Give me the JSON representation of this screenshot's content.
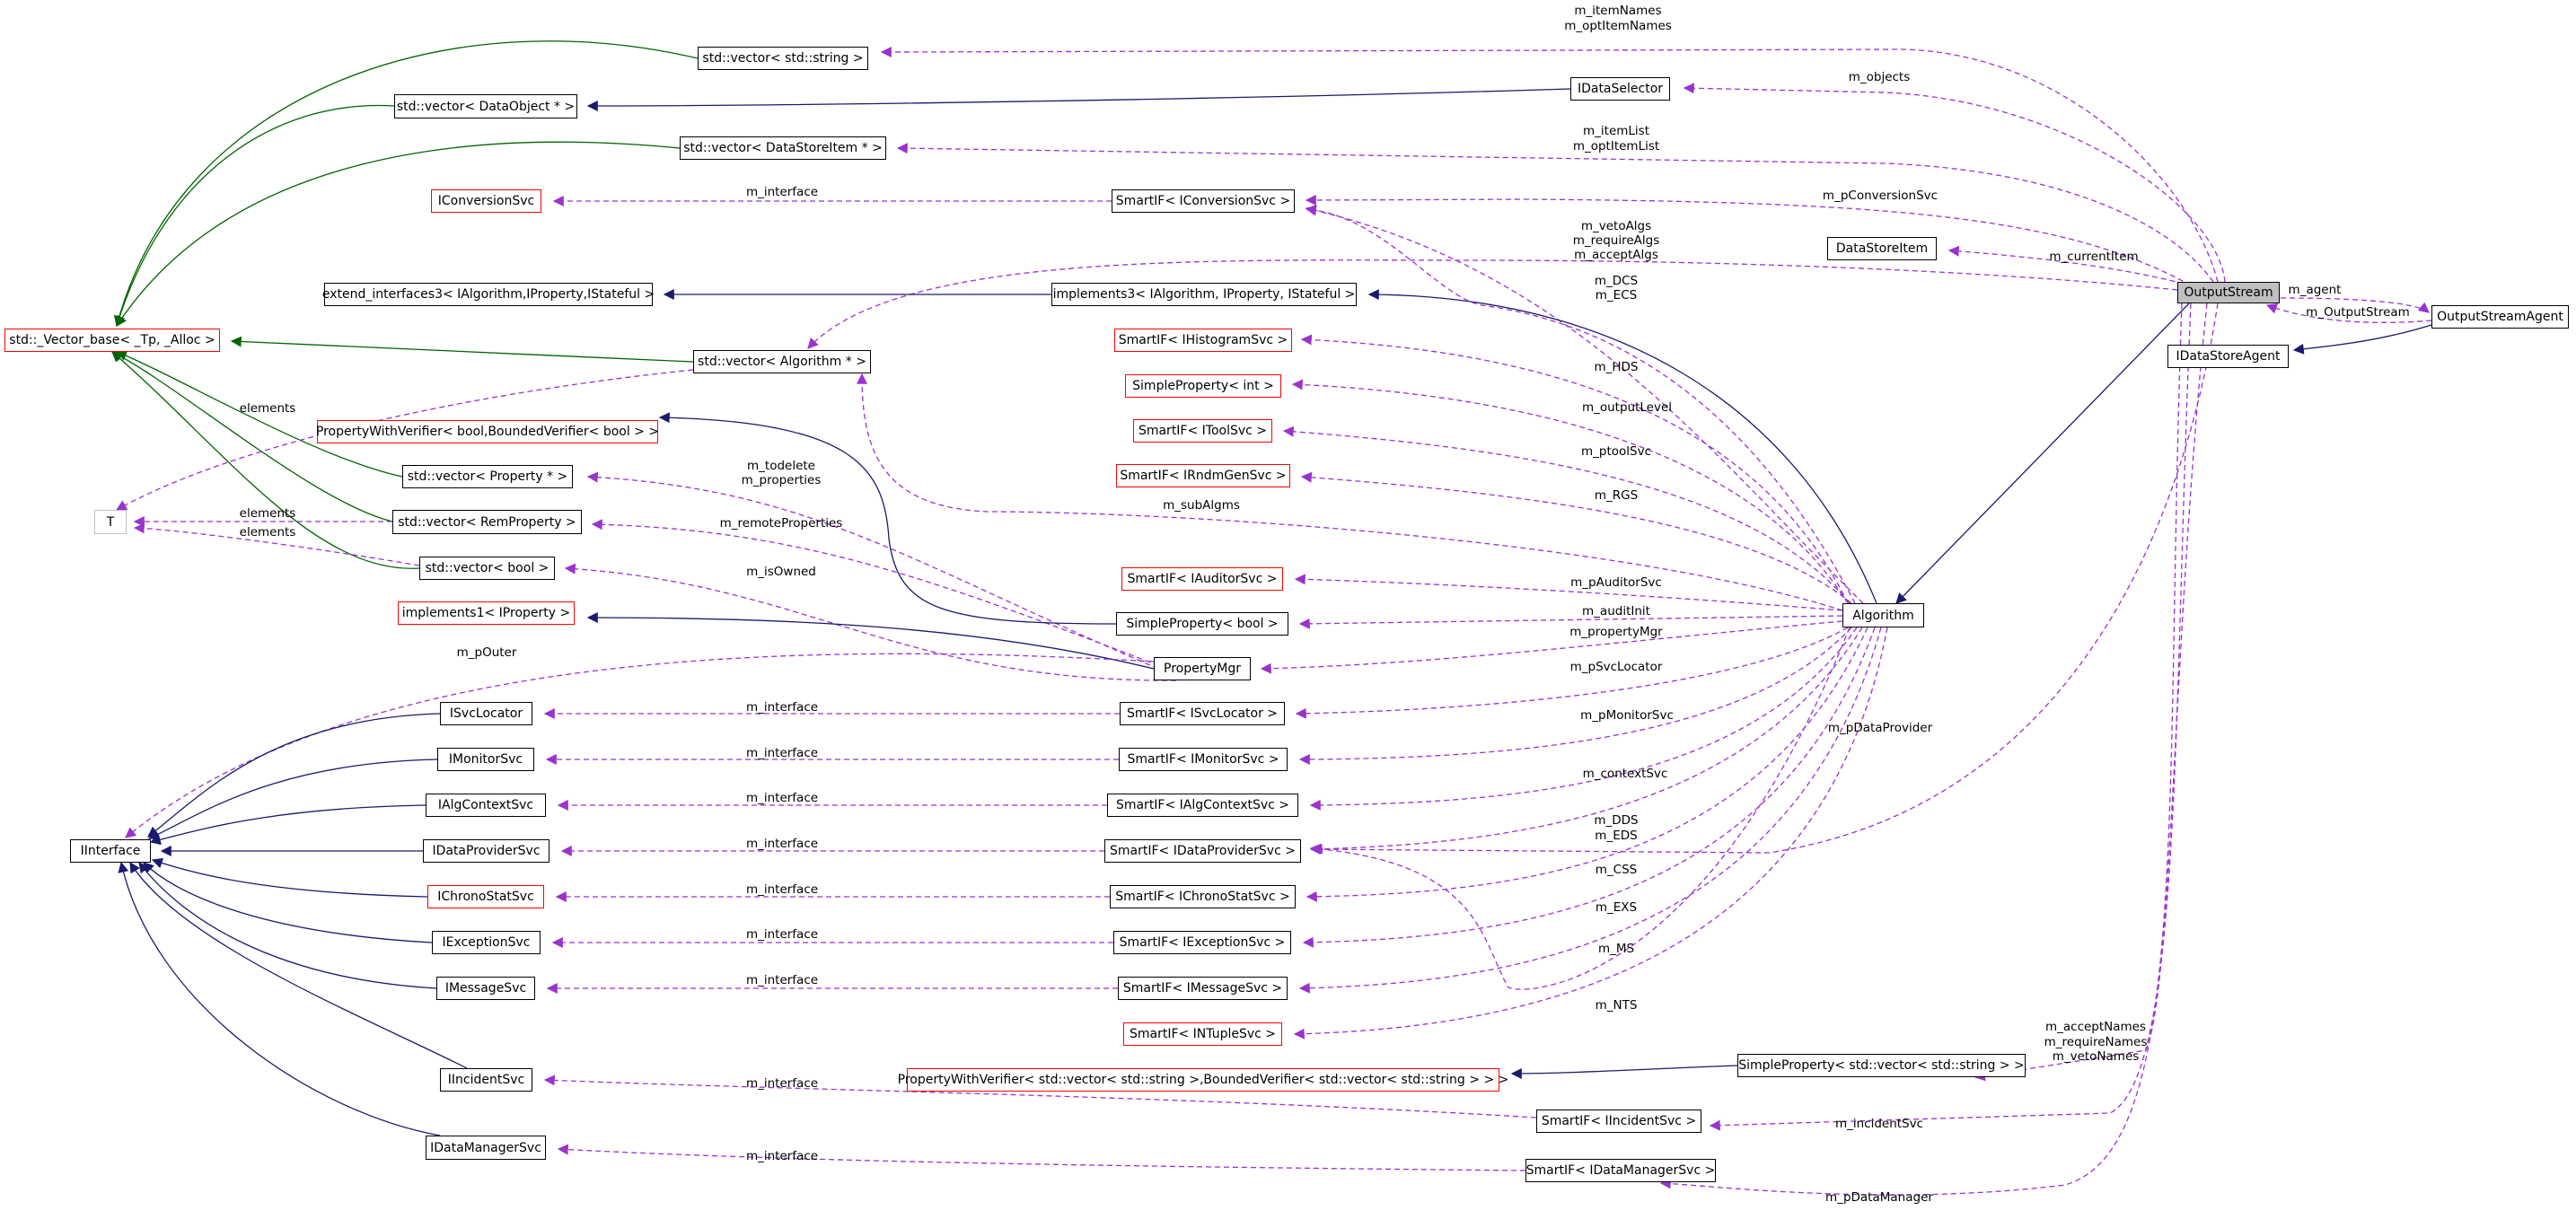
{
  "colors": {
    "inherit": "#1a1a6e",
    "template": "#006400",
    "usage": "#9a32cd",
    "external_border": "#ff0000"
  },
  "nodes": {
    "outputstream": "OutputStream",
    "outputstreamagent": "OutputStreamAgent",
    "idatastoreagent": "IDataStoreAgent",
    "datastoreitem": "DataStoreItem",
    "idataselector": "IDataSelector",
    "algorithm": "Algorithm",
    "vec_string": "std::vector< std::string >",
    "vec_dataobject": "std::vector< DataObject * >",
    "vec_datastoreitem": "std::vector< DataStoreItem * >",
    "iconversionsvc": "IConversionSvc",
    "smart_iconversionsvc": "SmartIF< IConversionSvc >",
    "extend_interfaces3": "extend_interfaces3< IAlgorithm,IProperty,IStateful >",
    "implements3": "implements3< IAlgorithm, IProperty, IStateful >",
    "vector_base": "std::_Vector_base< _Tp, _Alloc >",
    "vec_algorithm": "std::vector< Algorithm * >",
    "smart_ihistogramsvc": "SmartIF< IHistogramSvc >",
    "simpleproperty_int": "SimpleProperty< int >",
    "smart_itoolsvc": "SmartIF< IToolSvc >",
    "smart_irndmgensvc": "SmartIF< IRndmGenSvc >",
    "propwithverifier_bool": "PropertyWithVerifier< bool,BoundedVerifier< bool > >",
    "vec_property": "std::vector< Property * >",
    "t": "T",
    "vec_remproperty": "std::vector< RemProperty >",
    "vec_bool": "std::vector< bool >",
    "smart_iauditorsvc": "SmartIF< IAuditorSvc >",
    "implements1": "implements1< IProperty >",
    "simpleproperty_bool": "SimpleProperty< bool >",
    "propertymgr": "PropertyMgr",
    "isvclocator": "ISvcLocator",
    "smart_isvclocator": "SmartIF< ISvcLocator >",
    "imonitorsvc": "IMonitorSvc",
    "smart_imonitorsvc": "SmartIF< IMonitorSvc >",
    "ialgcontextsvc": "IAlgContextSvc",
    "smart_ialgcontextsvc": "SmartIF< IAlgContextSvc >",
    "iinterface": "IInterface",
    "idataprovidersvc": "IDataProviderSvc",
    "smart_idataprovidersvc": "SmartIF< IDataProviderSvc >",
    "ichronostatsvc": "IChronoStatSvc",
    "smart_ichronostatsvc": "SmartIF< IChronoStatSvc >",
    "iexceptionsvc": "IExceptionSvc",
    "smart_iexceptionsvc": "SmartIF< IExceptionSvc >",
    "imessagesvc": "IMessageSvc",
    "smart_imessagesvc": "SmartIF< IMessageSvc >",
    "smart_intuplesvc": "SmartIF< INTupleSvc >",
    "simpleproperty_vecstring": "SimpleProperty< std::vector< std::string > >",
    "propwithverifier_vecstring": "PropertyWithVerifier< std::vector< std::string >,BoundedVerifier< std::vector< std::string > > >",
    "iincidentsvc": "IIncidentSvc",
    "smart_iincidentsvc": "SmartIF< IIncidentSvc >",
    "idatamanagersvc": "IDataManagerSvc",
    "smart_idatamanagersvc": "SmartIF< IDataManagerSvc >"
  },
  "labels": {
    "m_itemnames": "m_itemNames",
    "m_optitemnames": "m_optItemNames",
    "m_objects": "m_objects",
    "m_itemlist": "m_itemList",
    "m_optitemlist": "m_optItemList",
    "m_interface_conv": "m_interface",
    "m_pconversionsvc": "m_pConversionSvc",
    "m_vetoalgs": "m_vetoAlgs",
    "m_requirealgs": "m_requireAlgs",
    "m_acceptalgs": "m_acceptAlgs",
    "m_currentitem": "m_currentItem",
    "m_dcs": "m_DCS",
    "m_ecs": "m_ECS",
    "m_agent": "m_agent",
    "m_outputstream": "m_OutputStream",
    "m_hds": "m_HDS",
    "elements_1": "elements",
    "m_outputlevel": "m_outputLevel",
    "m_ptoolsvc": "m_ptoolSvc",
    "m_todelete": "m_todelete",
    "m_properties": "m_properties",
    "m_rgs": "m_RGS",
    "m_subalgms": "m_subAlgms",
    "elements_2": "elements",
    "m_remoteproperties": "m_remoteProperties",
    "elements_3": "elements",
    "m_isowned": "m_isOwned",
    "m_pauditorsvc": "m_pAuditorSvc",
    "m_auditinit": "m_auditInit",
    "m_propertymgr": "m_propertyMgr",
    "m_pouter": "m_pOuter",
    "m_psvclocator": "m_pSvcLocator",
    "m_interface_svcloc": "m_interface",
    "m_pmonitorsvc": "m_pMonitorSvc",
    "m_pdataprovider": "m_pDataProvider",
    "m_interface_monitor": "m_interface",
    "m_contextsvc": "m_contextSvc",
    "m_interface_algctx": "m_interface",
    "m_dds": "m_DDS",
    "m_eds": "m_EDS",
    "m_interface_dataprov": "m_interface",
    "m_css": "m_CSS",
    "m_interface_chrono": "m_interface",
    "m_exs": "m_EXS",
    "m_interface_exc": "m_interface",
    "m_ms": "m_MS",
    "m_interface_msg": "m_interface",
    "m_nts": "m_NTS",
    "m_acceptnames": "m_acceptNames",
    "m_requirenames": "m_requireNames",
    "m_vetonames": "m_vetoNames",
    "m_interface_incident": "m_interface",
    "m_incidentsvc": "m_incidentSvc",
    "m_interface_dm": "m_interface",
    "m_pdatamanager": "m_pDataManager"
  }
}
